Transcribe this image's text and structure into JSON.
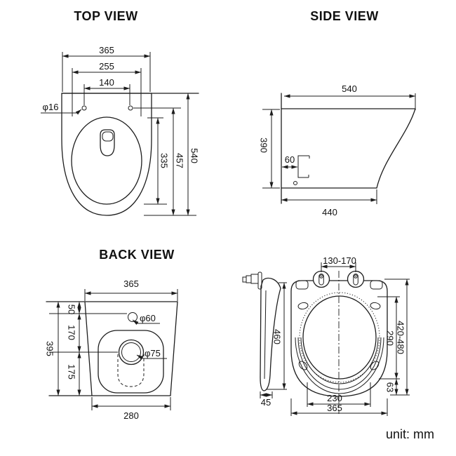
{
  "titles": {
    "top": "TOP VIEW",
    "side": "SIDE VIEW",
    "back": "BACK VIEW"
  },
  "unit_label": "unit: mm",
  "colors": {
    "line": "#1d1d1d",
    "background": "#ffffff"
  },
  "top_view": {
    "overall_width": "365",
    "seat_width": "255",
    "hole_spacing": "140",
    "hole_diameter": "φ16",
    "bowl_opening_length": "335",
    "hole_to_front": "457",
    "overall_depth": "540"
  },
  "side_view": {
    "overall_depth": "540",
    "overall_height": "390",
    "bracket_offset": "60",
    "base_depth": "440"
  },
  "back_view": {
    "overall_width": "365",
    "top_to_inlet": "50",
    "inlet_to_outlet": "170",
    "overall_height": "395",
    "outlet_to_bottom": "175",
    "inlet_diameter": "φ60",
    "outlet_diameter": "φ75",
    "base_width": "280"
  },
  "seat_view": {
    "hinge_spacing": "130-170",
    "seat_length": "460",
    "seat_thickness": "45",
    "opening_length": "290",
    "adjustable_length": "420-480",
    "front_rim": "63",
    "bumper_spacing": "230",
    "seat_width": "365"
  }
}
